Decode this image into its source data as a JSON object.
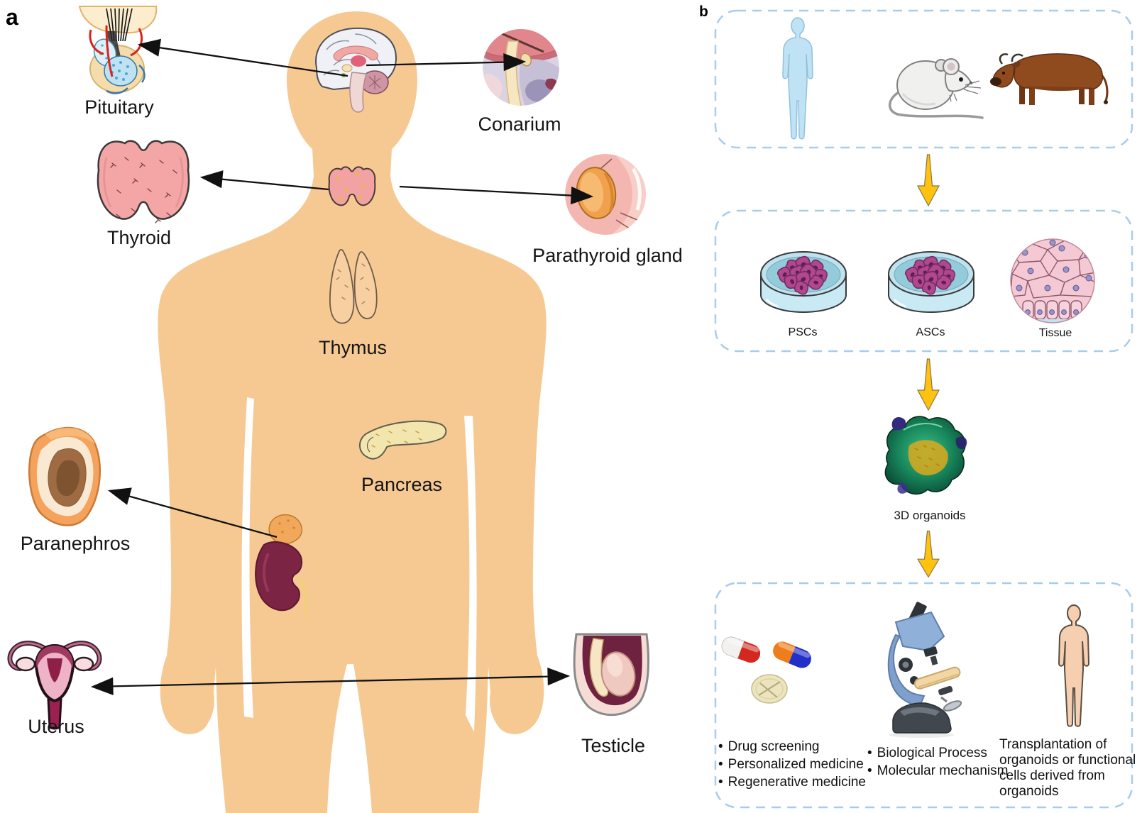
{
  "panel_a": {
    "label": "a",
    "organ_labels": {
      "pituitary": "Pituitary",
      "conarium": "Conarium",
      "thyroid": "Thyroid",
      "parathyroid": "Parathyroid gland",
      "thymus": "Thymus",
      "pancreas": "Pancreas",
      "paranephros": "Paranephros",
      "uterus": "Uterus",
      "testicle": "Testicle"
    }
  },
  "panel_b": {
    "label": "b",
    "bullet": "•",
    "source_labels": {
      "psc": "PSCs",
      "asc": "ASCs",
      "tissue": "Tissue"
    },
    "organoid_label": "3D organoids",
    "applications": {
      "drug": [
        "Drug screening",
        "Personalized medicine",
        "Regenerative medicine"
      ],
      "research": [
        "Biological Process",
        "Molecular mechanism"
      ],
      "transplantation": "Transplantation of organoids or functional cells derived from organoids"
    }
  },
  "colors": {
    "body_skin": "#F6C992",
    "dashed_border": "#A9CCEB",
    "flow_arrow": "#FFC30F",
    "human_blue": "#BFE2F5",
    "human_skin": "#F6CFB0",
    "petri_cell": "#B0478F",
    "arrow_black": "#111111"
  }
}
